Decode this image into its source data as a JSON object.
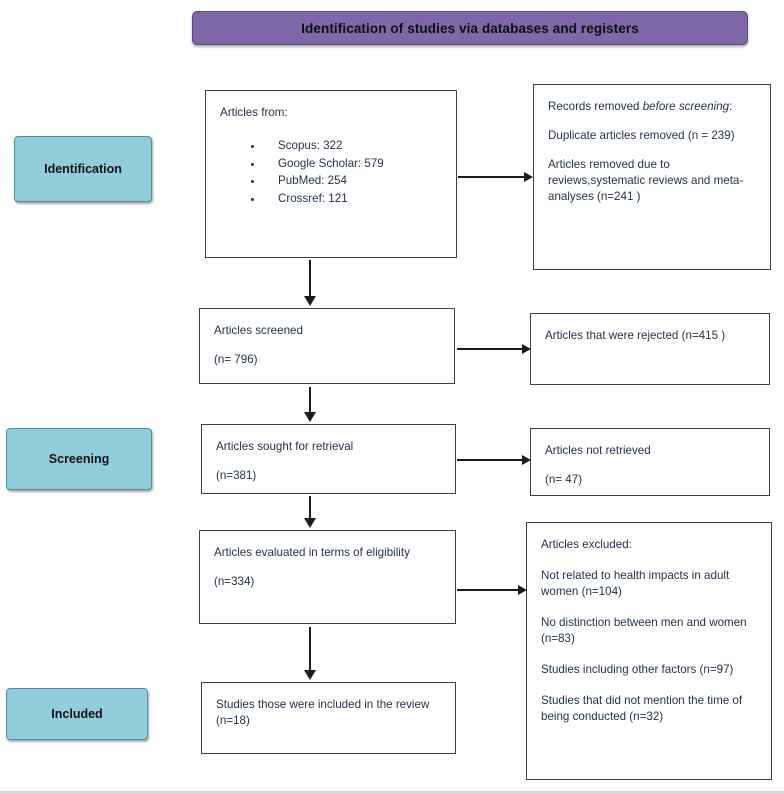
{
  "banner": {
    "title": "Identification of studies via databases and registers"
  },
  "stages": [
    {
      "id": "identification",
      "label": "Identification"
    },
    {
      "id": "screening",
      "label": "Screening"
    },
    {
      "id": "included",
      "label": "Included"
    }
  ],
  "boxes": {
    "sources": {
      "heading": "Articles from:",
      "items": [
        "Scopus: 322",
        "Google Scholar: 579",
        "PubMed: 254",
        "Crossref: 121"
      ]
    },
    "removed": {
      "heading_lead": "Records removed ",
      "heading_italic": "before screening",
      "heading_tail": ":",
      "line1": "Duplicate articles removed (n = 239)",
      "line2": "Articles removed due to reviews,systematic reviews and meta- analyses (n=241 )"
    },
    "screened": {
      "line1": "Articles screened",
      "line2": "(n= 796)"
    },
    "rejected": {
      "line1": "Articles that were rejected (n=415 )"
    },
    "sought": {
      "line1": "Articles sought for retrieval",
      "line2": "(n=381)"
    },
    "not_retrieved": {
      "line1": "Articles not retrieved",
      "line2": "(n= 47)"
    },
    "eligible": {
      "line1": "Articles evaluated in terms of eligibility",
      "line2": "(n=334)"
    },
    "excluded": {
      "heading": "Articles excluded:",
      "line1": "Not related to health impacts in adult women (n=104)",
      "line2": "No distinction between men and women (n=83)",
      "line3": "Studies including other factors (n=97)",
      "line4": "Studies that did not mention the time of being conducted (n=32)"
    },
    "included_studies": {
      "line1": "Studies those were included in the review (n=18)"
    }
  },
  "colors": {
    "banner_fill": "#7E67A6",
    "stage_fill": "#92CDDC",
    "box_border": "#3F3F3F",
    "text": "#23344A",
    "arrow": "#1B1B1B"
  }
}
